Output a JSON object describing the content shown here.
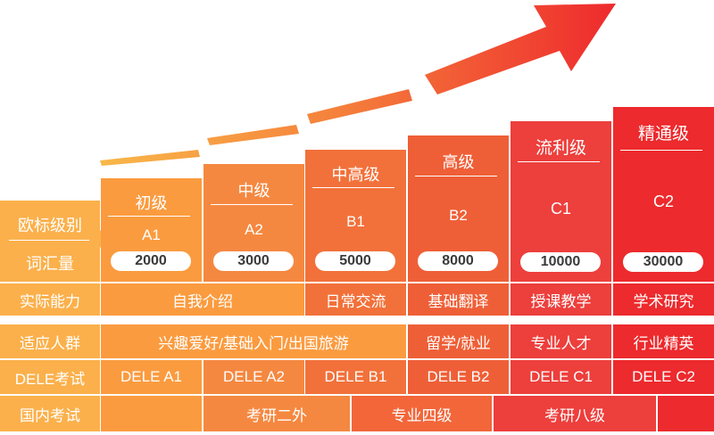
{
  "header_column": {
    "title": "欧标级别",
    "vocab_label": "词汇量",
    "row_labels": [
      "实际能力",
      "适应人群",
      "DELE考试",
      "国内考试"
    ]
  },
  "levels": [
    {
      "name": "初级",
      "code": "A1",
      "vocab": "2000",
      "color": "#fb9b3f"
    },
    {
      "name": "中级",
      "code": "A2",
      "vocab": "3000",
      "color": "#f58840"
    },
    {
      "name": "中高级",
      "code": "B1",
      "vocab": "5000",
      "color": "#f2713a"
    },
    {
      "name": "高级",
      "code": "B2",
      "vocab": "8000",
      "color": "#ef5f37"
    },
    {
      "name": "流利级",
      "code": "C1",
      "vocab": "10000",
      "color": "#ed3f3c"
    },
    {
      "name": "精通级",
      "code": "C2",
      "vocab": "30000",
      "color": "#ed2a2d"
    }
  ],
  "ability": {
    "ab": "自我介绍",
    "b1": "日常交流",
    "b2": "基础翻译",
    "c1": "授课教学",
    "c2": "学术研究"
  },
  "audience": {
    "ab": "兴趣爱好/基础入门/出国旅游",
    "b2": "留学/就业",
    "c1": "专业人才",
    "c2": "行业精英"
  },
  "dele": [
    "DELE A1",
    "DELE A2",
    "DELE B1",
    "DELE B2",
    "DELE C1",
    "DELE C2"
  ],
  "domestic": {
    "kaoyan2": "考研二外",
    "tem4": "专业四级",
    "kaoyan8": "考研八级"
  }
}
